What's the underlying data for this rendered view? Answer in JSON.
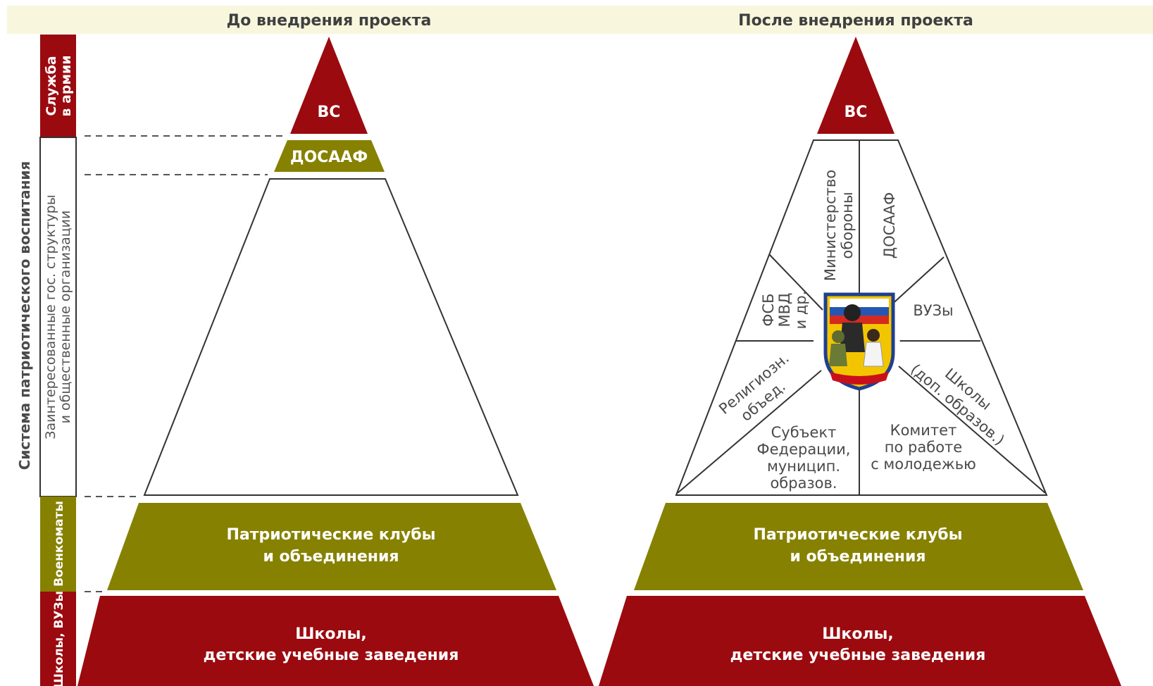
{
  "headers": {
    "before": "До внедрения проекта",
    "after": "После внедрения проекта"
  },
  "side": {
    "system_title": "Система патриотического воспитания",
    "army_line1": "Служба",
    "army_line2": "в армии",
    "gov_line1": "Заинтересованные гос. структуры",
    "gov_line2": "и общественные организации",
    "enlistment": "Военкоматы",
    "schools": "Школы, ВУЗы"
  },
  "before": {
    "top": "ВС",
    "dosaaf": "ДОСААФ",
    "clubs_line1": "Патриотические клубы",
    "clubs_line2": "и объединения",
    "schools_line1": "Школы,",
    "schools_line2": "детские учебные заведения"
  },
  "after": {
    "top": "ВС",
    "sectors": {
      "defense_line1": "Министерство",
      "defense_line2": "обороны",
      "dosaaf": "ДОСААФ",
      "fsb_line1": "ФСБ",
      "fsb_line2": "МВД",
      "fsb_line3": "и др.",
      "universities": "ВУЗы",
      "religious_line1": "Религиозн.",
      "religious_line2": "объед.",
      "extra_schools_line1": "Школы",
      "extra_schools_line2": "(доп. образов.)",
      "federation_line1": "Субъект",
      "federation_line2": "Федерации,",
      "federation_line3": "муницип.",
      "federation_line4": "образов.",
      "youth_line1": "Комитет",
      "youth_line2": "по работе",
      "youth_line3": "с молодежью"
    },
    "clubs_line1": "Патриотические клубы",
    "clubs_line2": "и объединения",
    "schools_line1": "Школы,",
    "schools_line2": "детские учебные заведения"
  },
  "colors": {
    "red": "#9a0a0f",
    "olive": "#878100",
    "header_band": "#f8f6dc"
  },
  "icons": {
    "emblem": "sons-of-fatherland-emblem"
  }
}
